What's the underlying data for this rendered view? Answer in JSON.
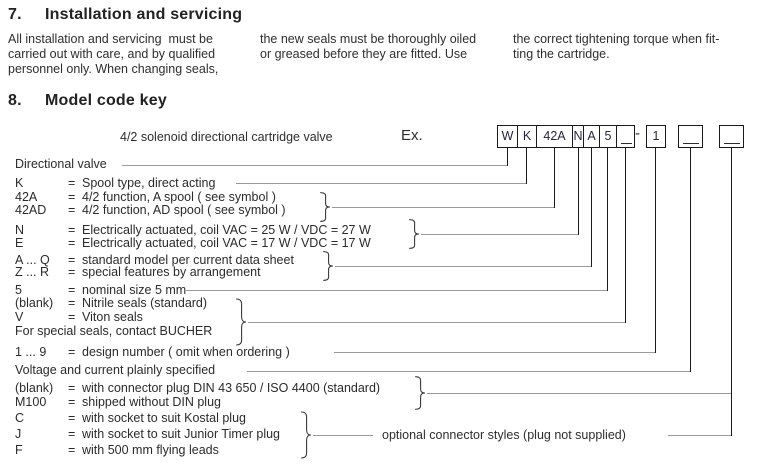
{
  "colors": {
    "text": "#2b2b2b",
    "line_dark": "#1a1a1a",
    "line_gray": "#9a9a9a"
  },
  "section7": {
    "number": "7.",
    "title": "Installation and servicing",
    "columns": [
      "All installation and servicing  must be\ncarried out with care, and by qualified\npersonnel only. When changing seals,",
      "the new seals must be thoroughly oiled\nor greased before they are fitted. Use",
      "the correct tightening torque when fit-\nting the cartridge."
    ]
  },
  "section8": {
    "number": "8.",
    "title": "Model code key",
    "subtitle": "4/2 solenoid directional cartridge valve",
    "example_label": "Ex.",
    "code_segments": [
      "W",
      "K",
      "42A",
      "N",
      "A",
      "5",
      "_"
    ],
    "separator": "-",
    "design_box": "1",
    "trailing_box_marks": [
      "_",
      "_"
    ],
    "rows": [
      {
        "code": "",
        "eq": "",
        "text": "Directional valve"
      },
      {
        "code": "K",
        "eq": "=",
        "text": "Spool type, direct acting"
      },
      {
        "code": "42A",
        "eq": "=",
        "text": "4/2 function, A spool  ( see symbol )"
      },
      {
        "code": "42AD",
        "eq": "=",
        "text": "4/2 function, AD spool  ( see symbol )"
      },
      {
        "code": "N",
        "eq": "=",
        "text": "Electrically actuated, coil VAC = 25 W  /  VDC = 27 W"
      },
      {
        "code": "E",
        "eq": "=",
        "text": "Electrically actuated, coil VAC = 17 W  /  VDC = 17 W"
      },
      {
        "code": "A ... Q",
        "eq": "=",
        "text": "standard model per current data sheet"
      },
      {
        "code": "Z ... R",
        "eq": "=",
        "text": "special features by arrangement"
      },
      {
        "code": "5",
        "eq": "=",
        "text": "nominal size 5 mm"
      },
      {
        "code": "(blank)",
        "eq": "=",
        "text": "Nitrile seals (standard)"
      },
      {
        "code": "V",
        "eq": "=",
        "text": "Viton seals"
      },
      {
        "code": "",
        "eq": "",
        "text": "For special seals, contact BUCHER"
      },
      {
        "code": "1 ... 9",
        "eq": "=",
        "text": "design number  ( omit when ordering )"
      },
      {
        "code": "",
        "eq": "",
        "text": "Voltage and current plainly specified"
      },
      {
        "code": "(blank)",
        "eq": "=",
        "text": "with connector plug DIN 43 650 / ISO 4400 (standard)"
      },
      {
        "code": "M100",
        "eq": "=",
        "text": "shipped without DIN plug"
      },
      {
        "code": "C",
        "eq": "=",
        "text": "with socket to suit Kostal plug"
      },
      {
        "code": "J",
        "eq": "=",
        "text": "with socket to suit Junior Timer plug"
      },
      {
        "code": "F",
        "eq": "=",
        "text": "with 500 mm flying leads"
      }
    ],
    "optional_note": "optional connector styles (plug not supplied)"
  }
}
